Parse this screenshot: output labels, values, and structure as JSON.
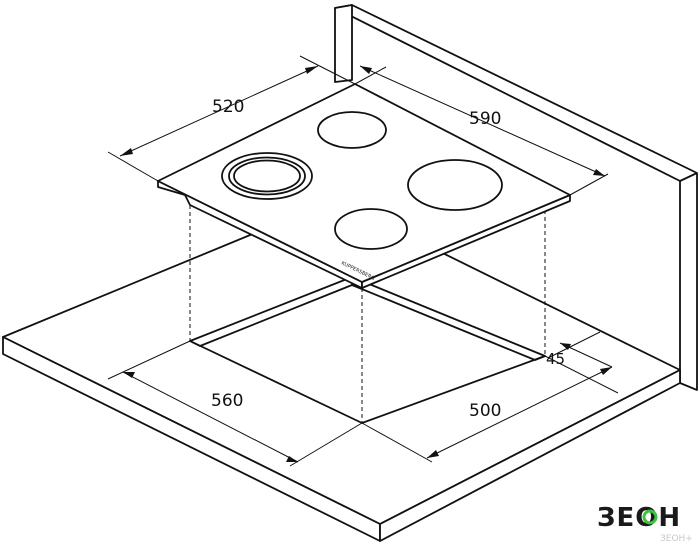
{
  "dimensions": {
    "hob_depth": "520",
    "hob_width": "590",
    "cutout_width": "560",
    "cutout_depth": "500",
    "wall_clearance": "45"
  },
  "hob_brand": "KUPPERSBERG",
  "watermark": {
    "logo": "ЗЕОН",
    "tag": "ЗЕОН+"
  },
  "colors": {
    "line": "#111111",
    "hob_fill": "#ffffff",
    "logo_green": "#3cc43c"
  }
}
